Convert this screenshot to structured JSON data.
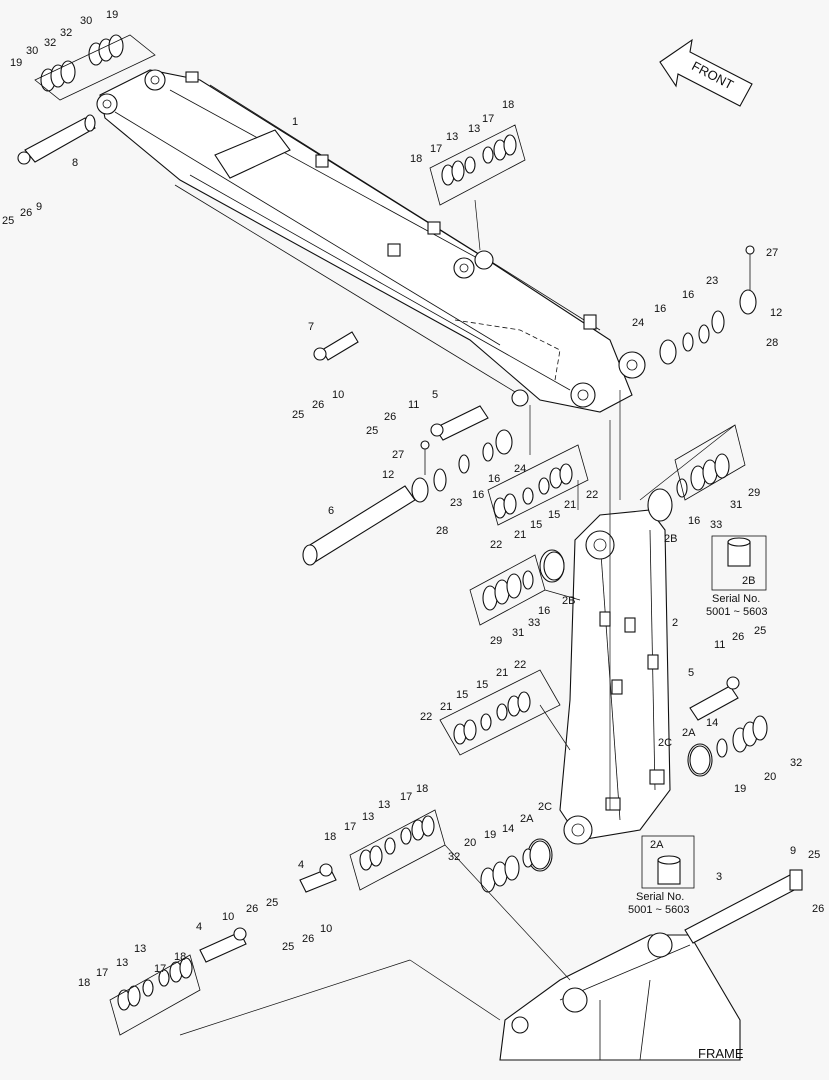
{
  "front_label": "FRONT",
  "frame_label": "FRAME",
  "inset_2b": {
    "part": "2B",
    "caption": "Serial No.",
    "serial": "5001 ~ 5603"
  },
  "inset_2a": {
    "part": "2A",
    "caption": "Serial No.",
    "serial": "5001 ~ 5603"
  },
  "callouts": {
    "c19a": "19",
    "c30a": "30",
    "c32a": "32",
    "c30b": "30",
    "c32b": "32",
    "c19b": "19",
    "c1": "1",
    "c8": "8",
    "c9a": "9",
    "c26a": "26",
    "c25a": "25",
    "c18a": "18",
    "c17a": "17",
    "c13a": "13",
    "c13b": "13",
    "c17b": "17",
    "c18b": "18",
    "c27a": "27",
    "c23a": "23",
    "c12a": "12",
    "c16a": "16",
    "c16b": "16",
    "c24a": "24",
    "c28a": "28",
    "c7": "7",
    "c10a": "10",
    "c26b": "26",
    "c25b": "25",
    "c5a": "5",
    "c11a": "11",
    "c26c": "26",
    "c25c": "25",
    "c27b": "27",
    "c12b": "12",
    "c23b": "23",
    "c16c": "16",
    "c16d": "16",
    "c24b": "24",
    "c28b": "28",
    "c6": "6",
    "c22a": "22",
    "c21a": "21",
    "c15a": "15",
    "c15b": "15",
    "c21b": "21",
    "c22b": "22",
    "c16e": "16",
    "c33a": "33",
    "c31a": "31",
    "c29a": "29",
    "c2ba": "2B",
    "c2bb": "2B",
    "c29b": "29",
    "c31b": "31",
    "c33b": "33",
    "c16f": "16",
    "c2": "2",
    "c11b": "11",
    "c26d": "26",
    "c25d": "25",
    "c5b": "5",
    "c22c": "22",
    "c21c": "21",
    "c15c": "15",
    "c15d": "15",
    "c21d": "21",
    "c22d": "22",
    "c2aa": "2A",
    "c14a": "14",
    "c2ca": "2C",
    "c32c": "32",
    "c20a": "20",
    "c19c": "19",
    "c18c": "18",
    "c17c": "17",
    "c13c": "13",
    "c13d": "13",
    "c17d": "17",
    "c18d": "18",
    "c32d": "32",
    "c20b": "20",
    "c19d": "19",
    "c14b": "14",
    "c2ab": "2A",
    "c2cb": "2C",
    "c4a": "4",
    "c25e": "25",
    "c26e": "26",
    "c10b": "10",
    "c26f": "26",
    "c25f": "25",
    "c10c": "10",
    "c4b": "4",
    "c18e": "18",
    "c17e": "17",
    "c13e": "13",
    "c13f": "13",
    "c17f": "17",
    "c18f": "18",
    "c9b": "9",
    "c25g": "25",
    "c26g": "26",
    "c3": "3"
  }
}
